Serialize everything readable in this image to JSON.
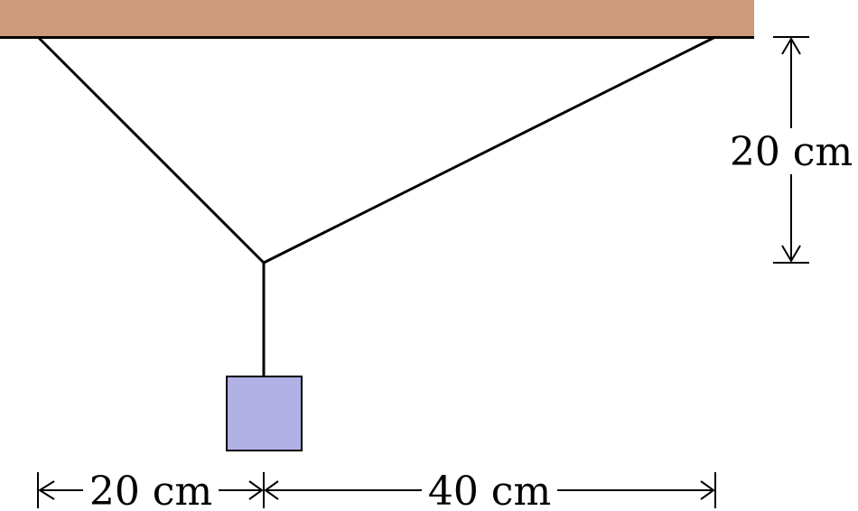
{
  "diagram": {
    "type": "hanging-mass-two-strings",
    "colors": {
      "ceiling": "#cd9a7c",
      "line": "#000000",
      "block": "#b1b1e5"
    },
    "labels": {
      "vertical_dimension": "20 cm",
      "left_horizontal_dimension": "20 cm",
      "right_horizontal_dimension": "40 cm"
    }
  }
}
